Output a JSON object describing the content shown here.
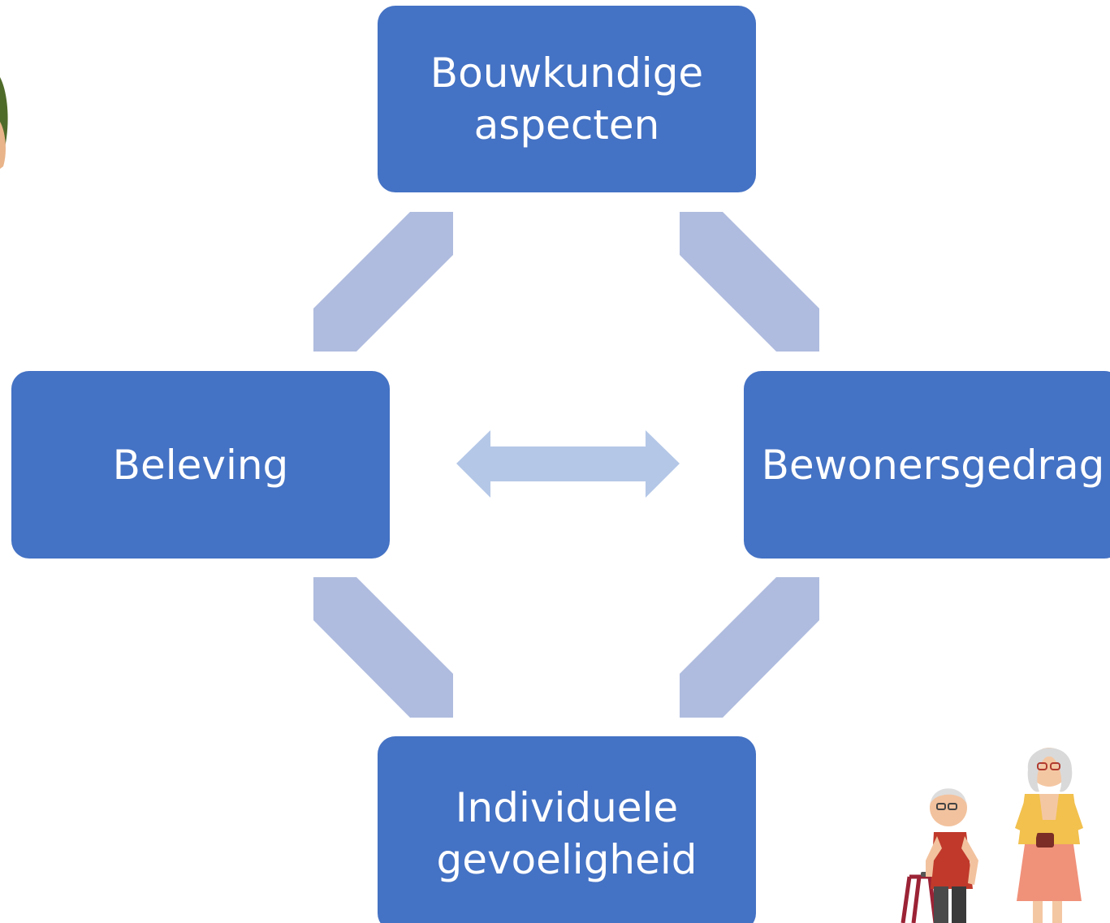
{
  "diagram": {
    "nodes": {
      "top": {
        "line1": "Bouwkundige",
        "line2": "aspecten"
      },
      "left": {
        "label": "Beleving"
      },
      "right": {
        "label": "Bewonersgedrag"
      },
      "bottom": {
        "line1": "Individuele",
        "line2": "gevoeligheid"
      }
    },
    "colors": {
      "box": "#4472C4",
      "box_text": "#FFFFFF",
      "arrow_diagonal": "#AFBCDF",
      "arrow_horizontal": "#B4C7E7"
    },
    "connections": [
      {
        "from": "top",
        "to": "left",
        "style": "double-arrow"
      },
      {
        "from": "top",
        "to": "right",
        "style": "double-arrow"
      },
      {
        "from": "left",
        "to": "right",
        "style": "double-arrow"
      },
      {
        "from": "left",
        "to": "bottom",
        "style": "double-arrow"
      },
      {
        "from": "right",
        "to": "bottom",
        "style": "double-arrow"
      }
    ]
  },
  "illustrations": {
    "top_left": "partial-figure-illustration",
    "bottom_right": "elderly-couple-with-walker-illustration"
  }
}
